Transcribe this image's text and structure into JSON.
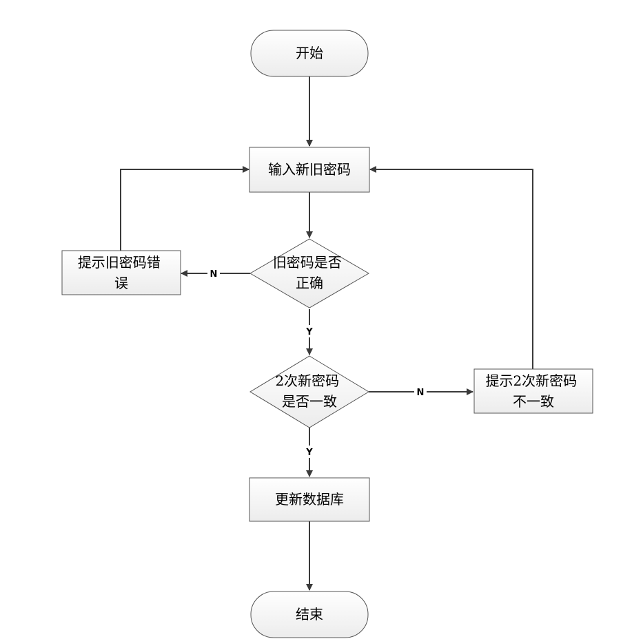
{
  "nodes": {
    "start": "开始",
    "input": "输入新旧密码",
    "check_old": [
      "旧密码是否",
      "正确"
    ],
    "old_error": [
      "提示旧密码错",
      "误"
    ],
    "check_new": [
      "2次新密码",
      "是否一致"
    ],
    "new_mismatch": [
      "提示2次新密码",
      "不一致"
    ],
    "update": "更新数据库",
    "end": "结束"
  },
  "edge_labels": {
    "check_old_no": "N",
    "check_old_yes": "Y",
    "check_new_no": "N",
    "check_new_yes": "Y"
  },
  "colors": {
    "node_fill": "#f2f2f2",
    "node_stroke": "#555555",
    "edge": "#3a3a3a"
  }
}
